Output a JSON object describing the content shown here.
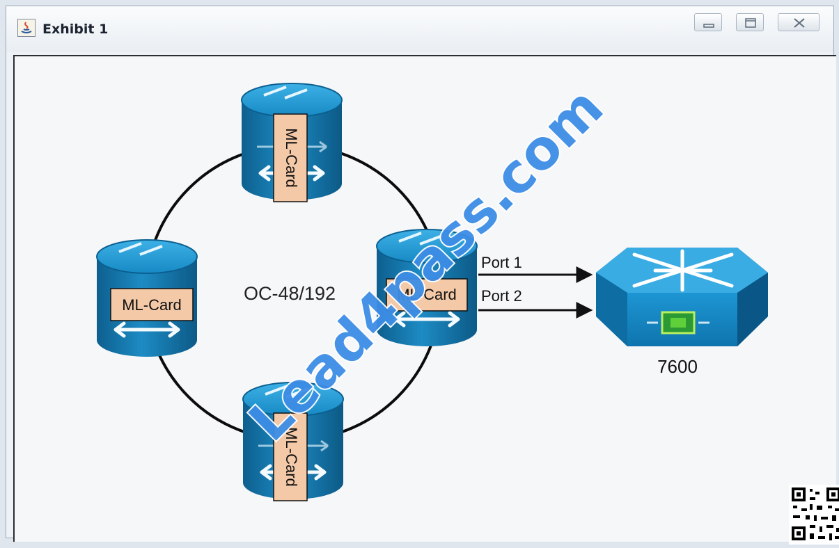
{
  "window": {
    "title": "Exhibit 1",
    "controls": [
      "minimize",
      "maximize",
      "close"
    ]
  },
  "diagram": {
    "ring_label": "OC-48/192",
    "nodes": [
      {
        "label": "ML-Card",
        "orientation": "vertical"
      },
      {
        "label": "ML-Card",
        "orientation": "horizontal"
      },
      {
        "label": "ML-Card",
        "orientation": "horizontal"
      },
      {
        "label": "ML-Card",
        "orientation": "vertical"
      }
    ],
    "links": [
      {
        "label": "Port 1"
      },
      {
        "label": "Port 2"
      }
    ],
    "switch_label": "7600"
  },
  "watermark": {
    "text": "Lead4pass.com"
  },
  "colors": {
    "device_blue": "#1a7fb6",
    "card_fill": "#f3c9a8",
    "watermark": "#3d8de6"
  }
}
